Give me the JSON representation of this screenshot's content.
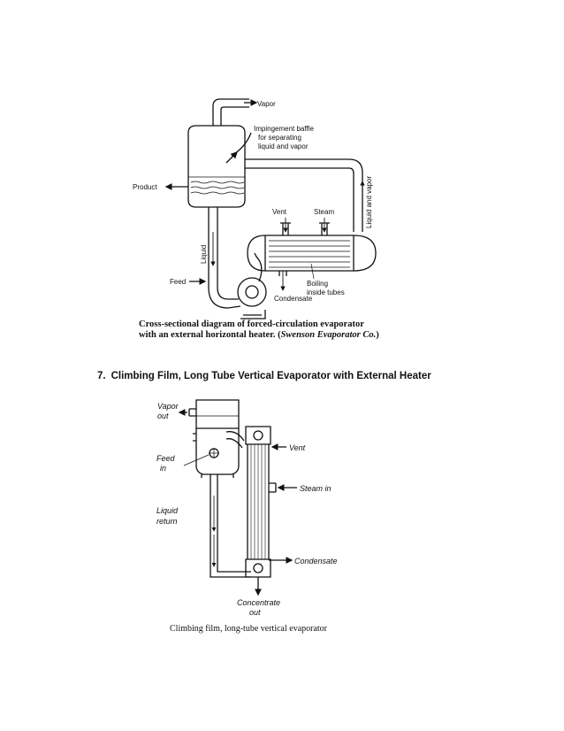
{
  "figure1": {
    "labels": {
      "vapor": "Vapor",
      "baffle_1": "Impingement baffle",
      "baffle_2": "for separating",
      "baffle_3": "liquid and vapor",
      "product": "Product",
      "vent": "Vent",
      "steam": "Steam",
      "liquid_and_vapor": "Liquid and vapor",
      "liquid": "Liquid",
      "feed": "Feed",
      "boiling_1": "Boiling",
      "boiling_2": "inside tubes",
      "condensate": "Condensate"
    },
    "caption_1": "Cross-sectional diagram of forced-circulation evaporator",
    "caption_2a": "with an external horizontal heater. (",
    "caption_2b": "Swenson Evaporator Co.",
    "caption_2c": ")"
  },
  "section": {
    "number": "7.",
    "title": "Climbing Film, Long Tube Vertical Evaporator with External Heater"
  },
  "figure2": {
    "labels": {
      "vapor_1": "Vapor",
      "vapor_2": "out",
      "vent": "Vent",
      "feed_1": "Feed",
      "feed_2": "in",
      "steam_in": "Steam in",
      "liquid_1": "Liquid",
      "liquid_2": "return",
      "condensate": "Condensate",
      "concentrate_1": "Concentrate",
      "concentrate_2": "out"
    },
    "caption": "Climbing film, long-tube vertical evaporator"
  }
}
